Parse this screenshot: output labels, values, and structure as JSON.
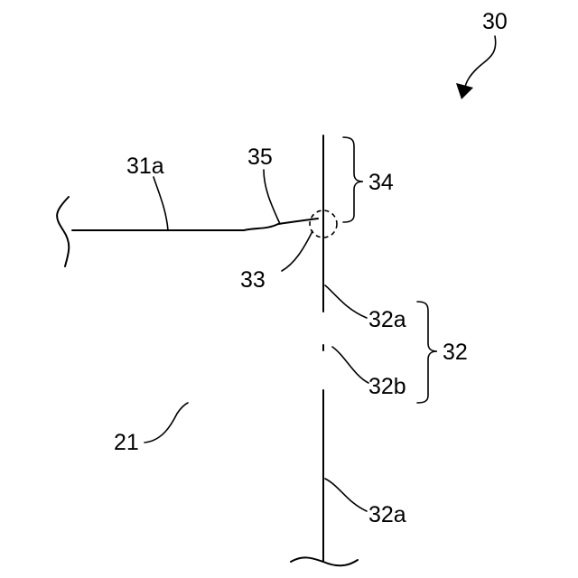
{
  "figure": {
    "labels": {
      "ref_30": "30",
      "ref_31a": "31a",
      "ref_35": "35",
      "ref_34": "34",
      "ref_33": "33",
      "ref_32a_upper": "32a",
      "ref_32": "32",
      "ref_32b": "32b",
      "ref_21": "21",
      "ref_32a_lower": "32a"
    }
  }
}
